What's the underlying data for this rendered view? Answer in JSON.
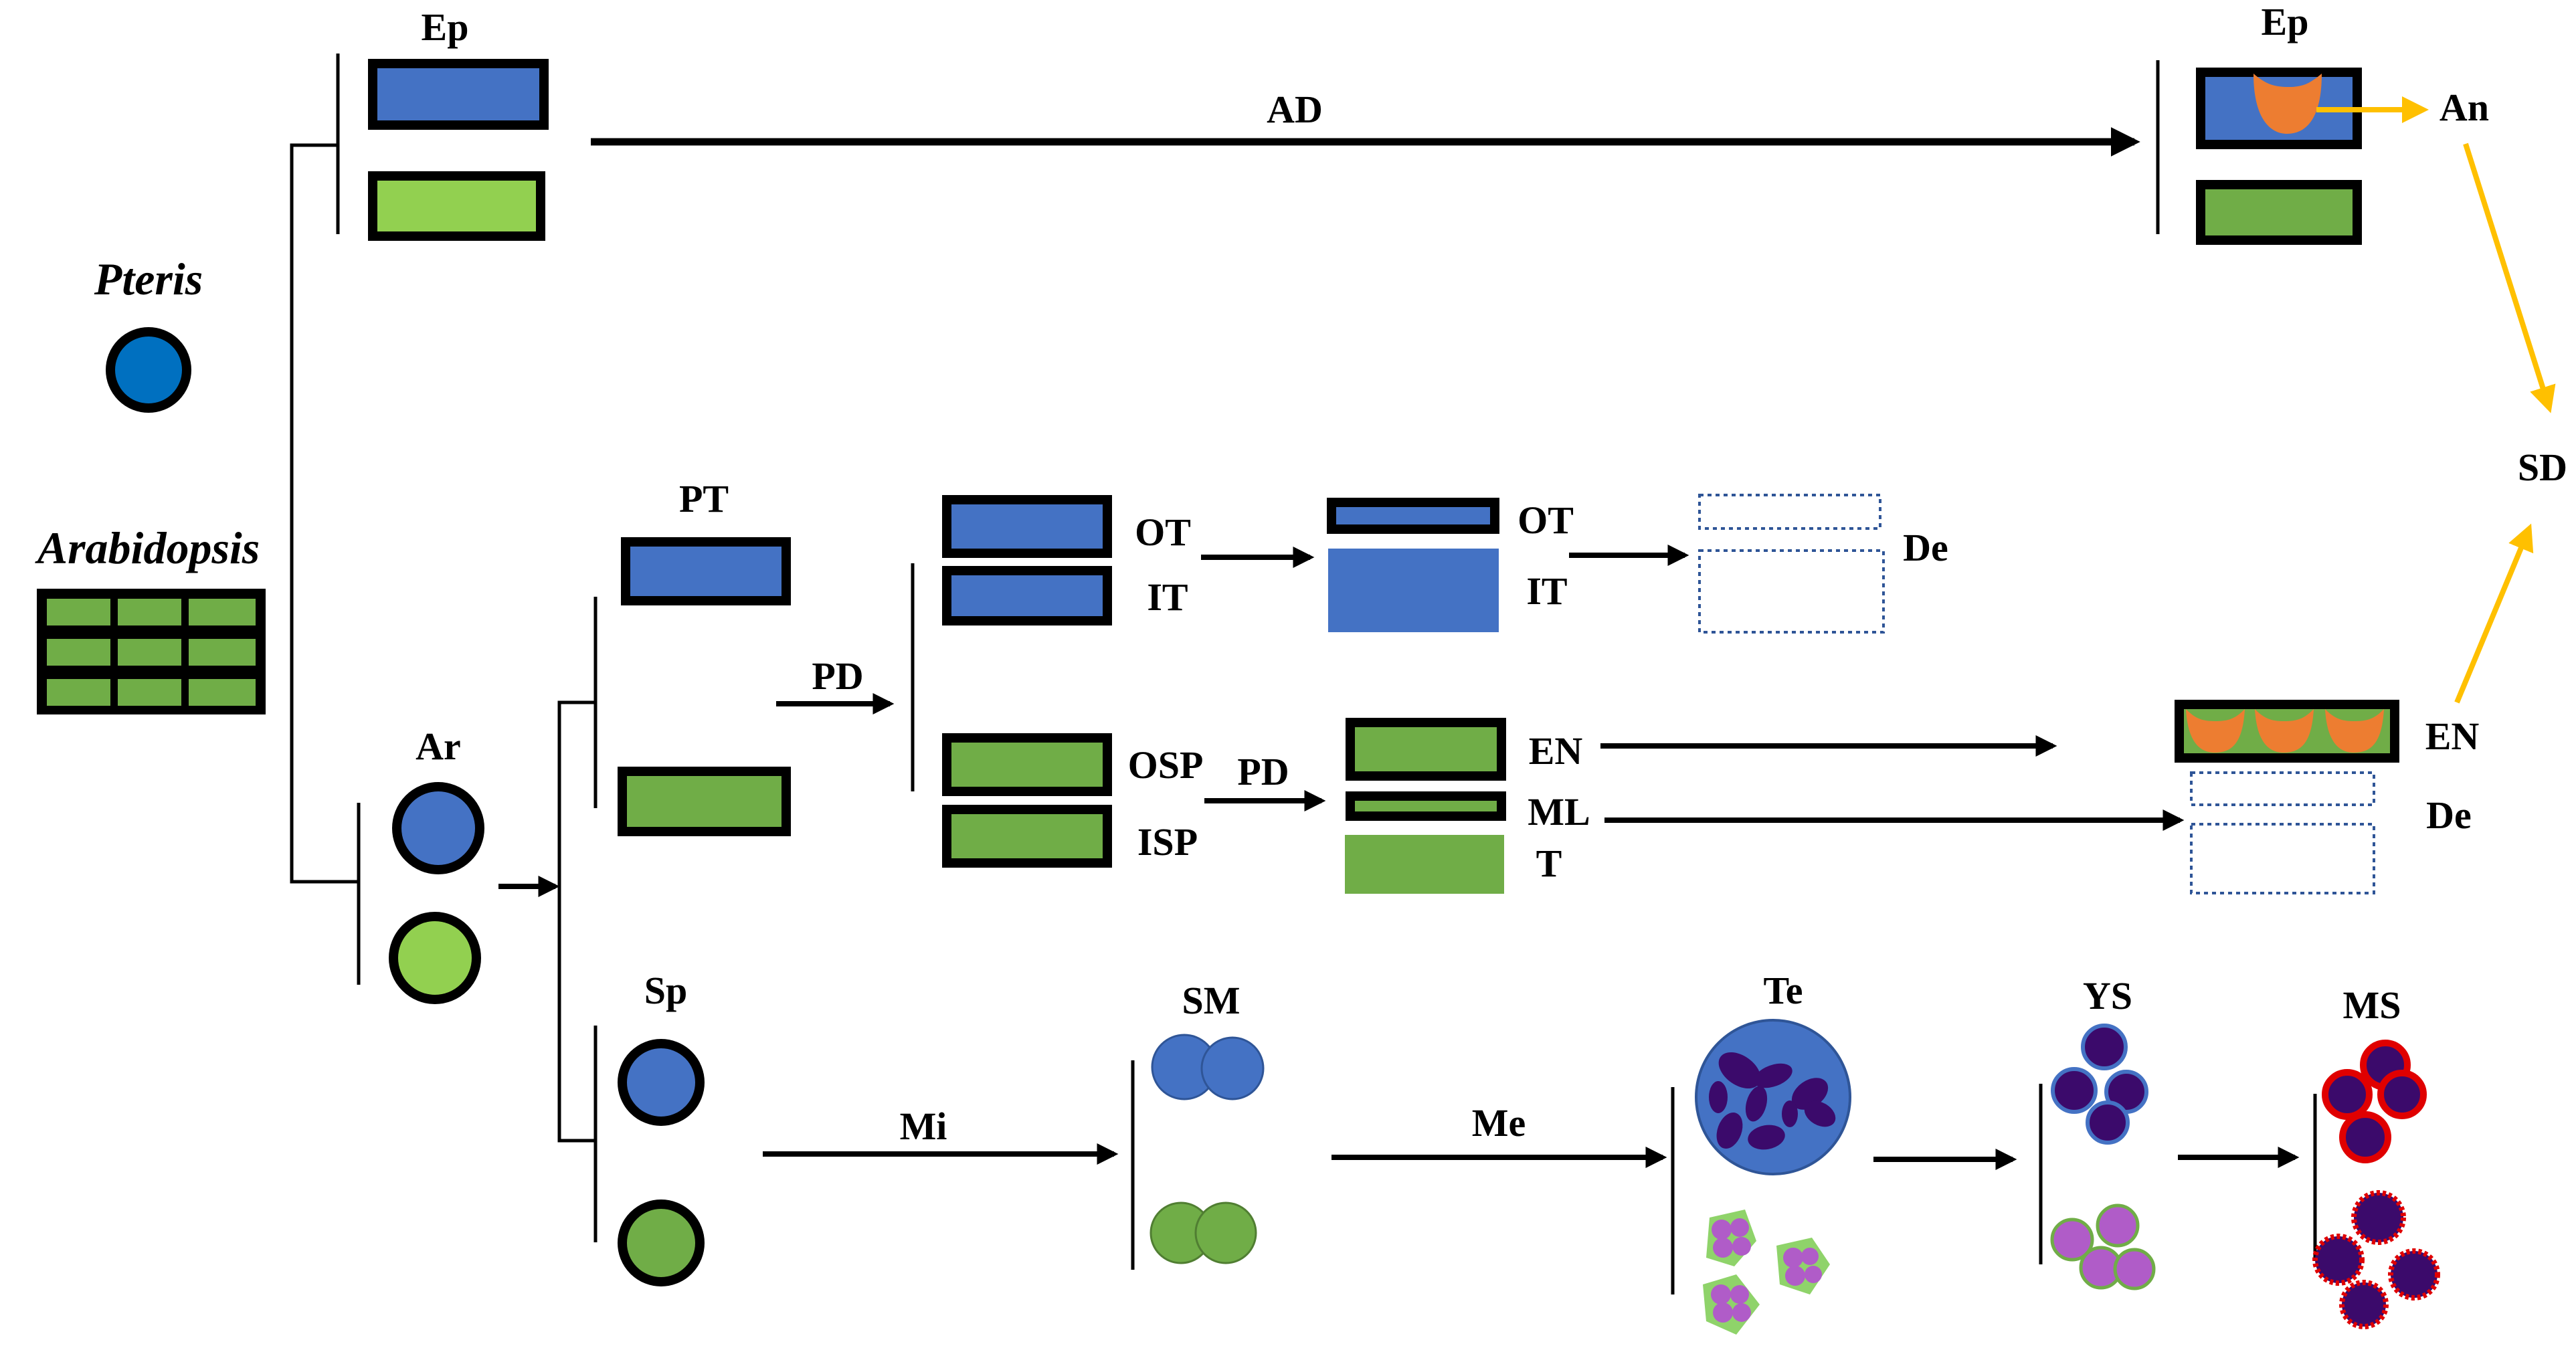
{
  "colors": {
    "blue": "#4472c4",
    "green": "#70ad47",
    "light_green": "#92d050",
    "pteris_blue": "#0070c0",
    "orange": "#ed7d31",
    "yellow_arrow": "#ffc000",
    "dashed_outline": "#2f5597",
    "dark_purple": "#3b0a6b",
    "magenta": "#b05cc8",
    "red": "#e00000",
    "light_green_cell": "#8fd36a"
  },
  "labels": {
    "pteris": "Pteris",
    "arabidopsis": "Arabidopsis",
    "ep_top_left": "Ep",
    "ep_top_right": "Ep",
    "ad": "AD",
    "an": "An",
    "sd": "SD",
    "ar": "Ar",
    "pt": "PT",
    "pd_1": "PD",
    "pd_2": "PD",
    "ot_1": "OT",
    "it_1": "IT",
    "ot_2": "OT",
    "it_2": "IT",
    "de_1": "De",
    "osp": "OSP",
    "isp": "ISP",
    "en_1": "EN",
    "ml": "ML",
    "t": "T",
    "en_2": "EN",
    "de_2": "De",
    "sp": "Sp",
    "mi": "Mi",
    "sm": "SM",
    "me": "Me",
    "te": "Te",
    "ys": "YS",
    "ms": "MS"
  }
}
